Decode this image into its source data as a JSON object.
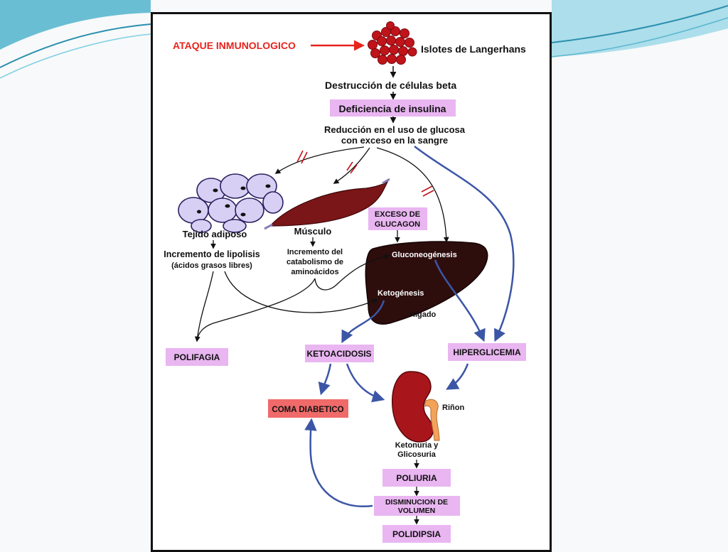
{
  "colors": {
    "attack_red": "#e8241d",
    "box_pink": "#e9b6f1",
    "coma_red": "#f06a6a",
    "arrow_blue": "#3c56a6",
    "liver": "#2e0d0d",
    "muscle": "#7a1518",
    "kidney": "#a8161c",
    "ureter": "#f2a35a",
    "fat_cell": "#d7d0f4",
    "islet_cell": "#c0141a",
    "teal_swoosh": "#5ab7cf"
  },
  "icons": [
    "islet-cluster",
    "adipose-tissue",
    "muscle-fiber",
    "liver",
    "kidney"
  ],
  "nodes": {
    "attack": "ATAQUE INMUNOLOGICO",
    "islets": "Islotes de Langerhans",
    "beta_destruction": "Destrucción de células beta",
    "insulin_deficiency": "Deficiencia de insulina",
    "glucose_line1": "Reducción en el uso de glucosa",
    "glucose_line2": "con exceso en la sangre",
    "adipose": "Tejido adiposo",
    "muscle": "Músculo",
    "lipolysis_line1": "Incremento de lipolisis",
    "lipolysis_line2": "(ácidos grasos libres)",
    "catabolism_line1": "Incremento del",
    "catabolism_line2": "catabolismo de",
    "catabolism_line3": "aminoácidos",
    "glucagon_line1": "EXCESO DE",
    "glucagon_line2": "GLUCAGON",
    "gluconeogenesis": "Gluconeogénesis",
    "ketogenesis": "Ketogénesis",
    "liver": "Hígado",
    "polifagia": "POLIFAGIA",
    "ketoacidosis": "KETOACIDOSIS",
    "hyperglycemia": "HIPERGLICEMIA",
    "coma": "COMA DIABETICO",
    "kidney": "Riñon",
    "ketonuria_line1": "Ketonuria y",
    "ketonuria_line2": "Glicosuria",
    "poliuria": "POLIURIA",
    "volume_line1": "DISMINUCION DE",
    "volume_line2": "VOLUMEN",
    "polidipsia": "POLIDIPSIA"
  }
}
